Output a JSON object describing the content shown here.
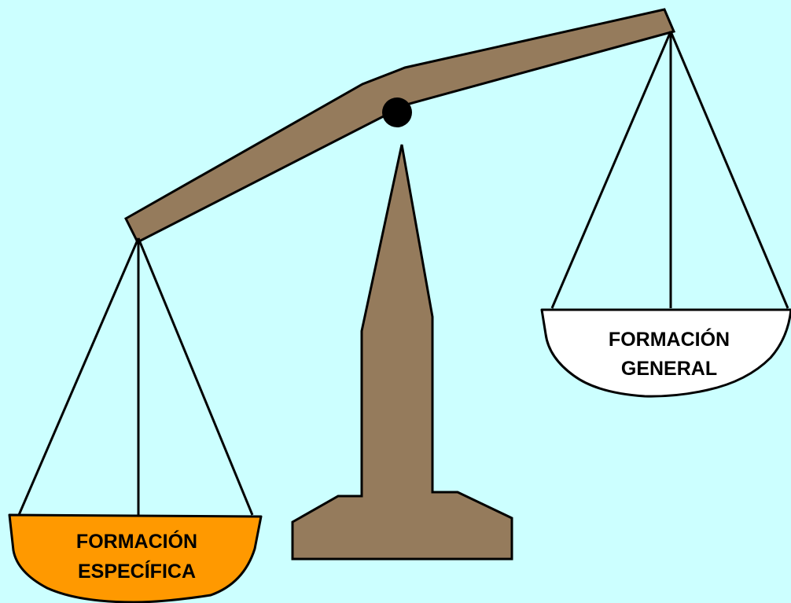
{
  "diagram": {
    "left_pan": {
      "label_line1": "FORMACIÓN",
      "label_line2": "ESPECÍFICA",
      "fill_color": "#ff9900"
    },
    "right_pan": {
      "label_line1": "FORMACIÓN",
      "label_line2": "GENERAL",
      "fill_color": "#ffffff"
    },
    "background_color": "#ccffff",
    "scale_color": "#957b5c",
    "pivot_color": "#000000",
    "tilt": "tipped toward left pan (FORMACIÓN ESPECÍFICA heavier)"
  }
}
